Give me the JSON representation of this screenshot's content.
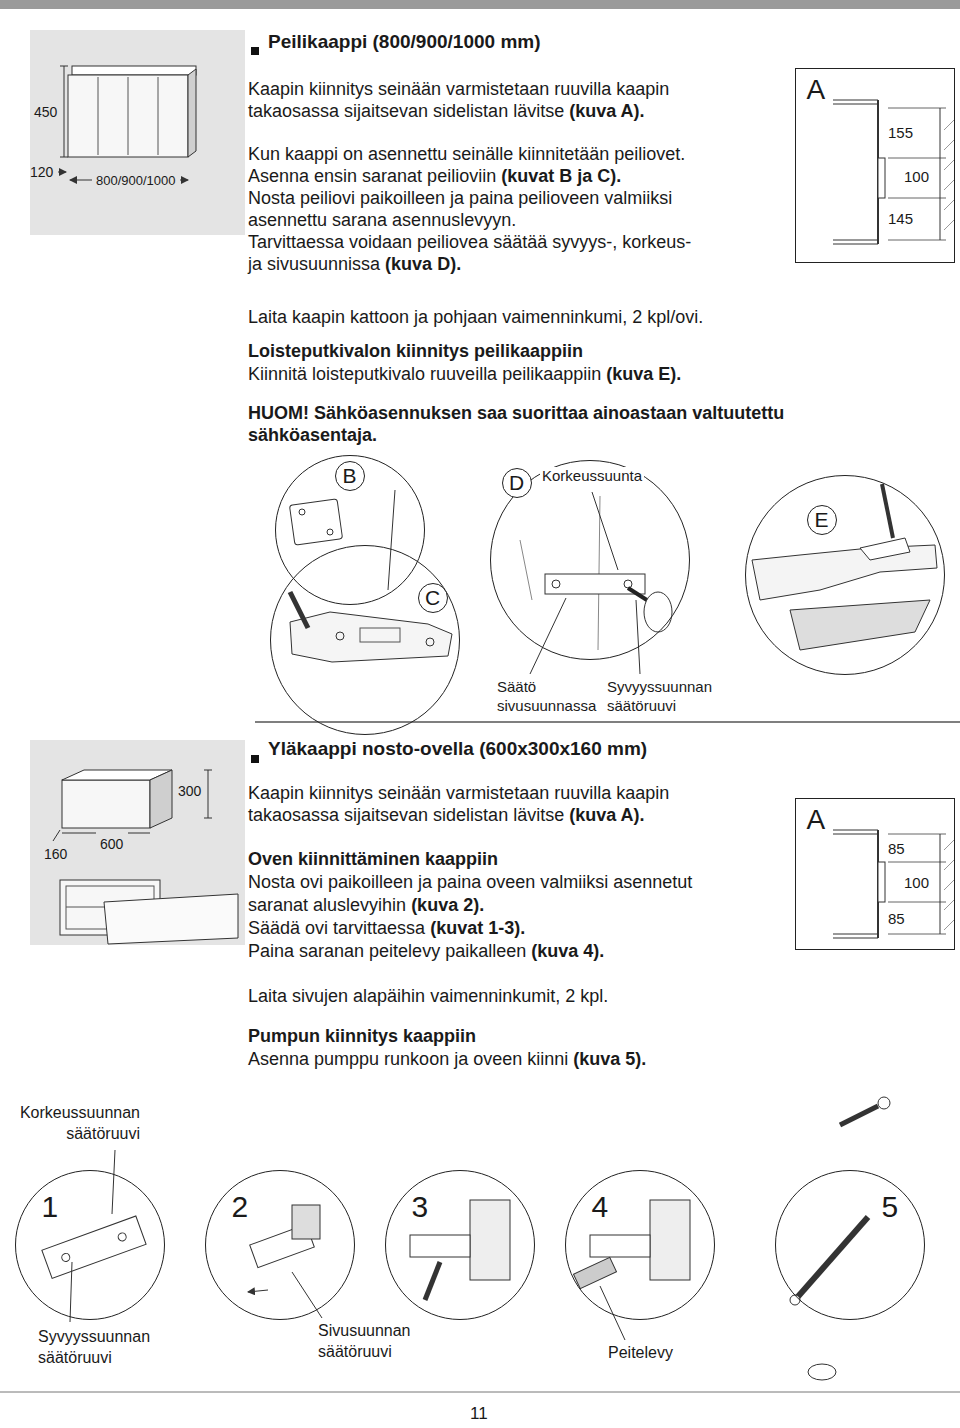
{
  "diagram": {
    "nodes": [
      {
        "text": [
          "A"
        ]
      },
      {
        "text": [
          "B"
        ]
      },
      {
        "text": [
          "D"
        ]
      },
      {
        "text": [
          "E"
        ]
      },
      {
        "text": [
          "C"
        ]
      },
      {
        "text": [
          "A"
        ]
      },
      {
        "text": [
          "1"
        ]
      },
      {
        "text": [
          "2"
        ]
      },
      {
        "text": [
          "3"
        ]
      },
      {
        "text": [
          "4"
        ]
      },
      {
        "text": [
          "5"
        ]
      }
    ],
    "labels": [
      "Peilikaappi (800/900/1000 mm)",
      "Kaapin kiinnitys seinään varmistetaan ruuvilla kaapin takaosassa sijaitsevan sidelistan lävitse",
      "(kuva A).",
      "Kun kaappi on asennettu seinälle kiinnitetään peiliovet.",
      "Asenna ensin saranat peilioviin",
      "(kuvat B ja C).",
      "Nosta peiliovi paikoilleen ja paina peilioveen valmiiksi asennettu sarana asennuslevyyn.",
      "Tarvittaessa voidaan peiliovea säätää syvyys-, korkeus- ja sivusuunnissa",
      "(kuva D).",
      "Laita kaapin kattoon ja pohjaan vaimenninkumi, 2 kpl/ovi.",
      "Loisteputkivalon kiinnitys peilikaappiin",
      "Kiinnitä loisteputkivalo ruuveilla peilikaappiin",
      "(kuva E).",
      "HUOM! Sähköasennuksen saa suorittaa ainoastaan valtuutettu sähköasentaja.",
      "450",
      "120",
      "800/900/1000",
      "155",
      "100",
      "145",
      "Korkeussuunta",
      "Säätö sivusuunnassa",
      "Syvyyssuunnan säätöruuvi",
      "Yläkaappi nosto-ovella (600x300x160 mm)",
      "Kaapin kiinnitys seinään varmistetaan ruuvilla kaapin takaosassa sijaitsevan sidelistan lävitse",
      "(kuva A).",
      "Oven kiinnittäminen kaappiin",
      "Nosta ovi paikoilleen ja paina oveen valmiiksi asennetut saranat aluslevyihin",
      "(kuva 2).",
      "Säädä ovi tarvittaessa",
      "(kuvat 1-3).",
      "Paina saranan peitelevy paikalleen",
      "(kuva 4).",
      "Laita sivujen alapäihin vaimenninkumit, 2 kpl.",
      "Pumpun kiinnitys kaappiin",
      "Asenna pumppu runkoon ja oveen kiinni",
      "(kuva 5).",
      "300",
      "600",
      "160",
      "85",
      "100",
      "85",
      "Korkeussuunnan säätöruuvi",
      "Syvyyssuunnan säätöruuvi",
      "Sivusuunnan säätöruuvi",
      "Peitelevy",
      "11"
    ]
  }
}
